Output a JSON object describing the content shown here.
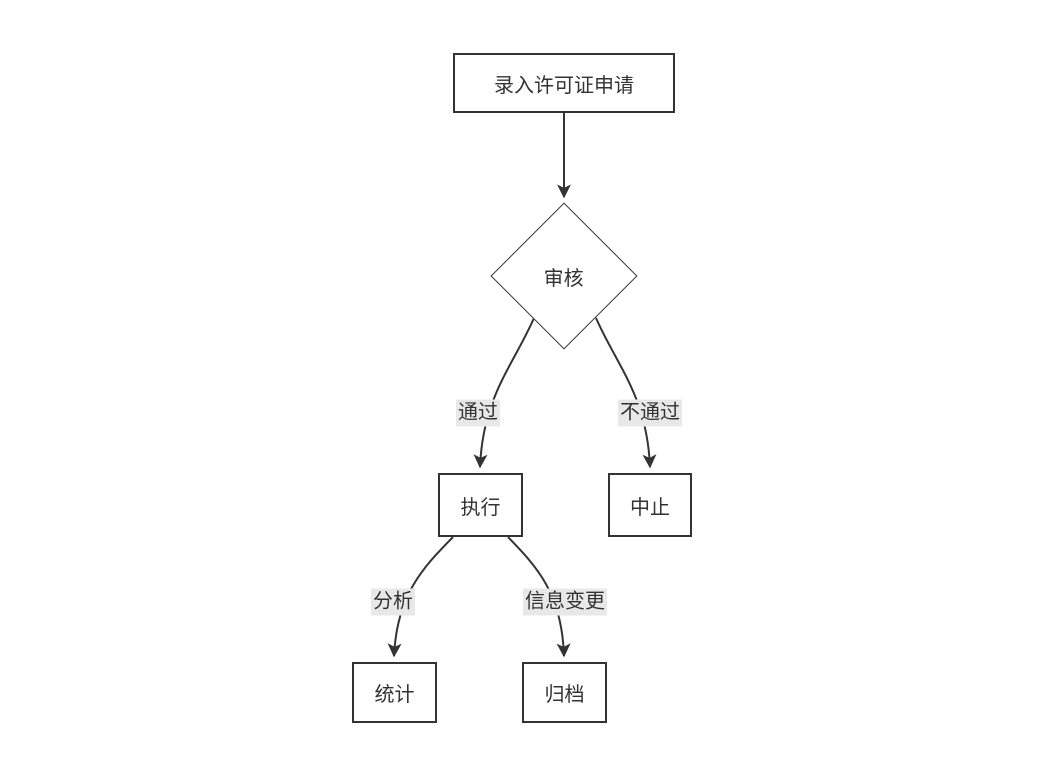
{
  "diagram": {
    "type": "flowchart",
    "direction": "top-down",
    "nodes": {
      "apply": {
        "label": "录入许可证申请",
        "shape": "rectangle"
      },
      "review": {
        "label": "审核",
        "shape": "diamond"
      },
      "execute": {
        "label": "执行",
        "shape": "rectangle"
      },
      "abort": {
        "label": "中止",
        "shape": "rectangle"
      },
      "stats": {
        "label": "统计",
        "shape": "rectangle"
      },
      "archive": {
        "label": "归档",
        "shape": "rectangle"
      }
    },
    "edges": [
      {
        "from": "录入许可证申请",
        "to": "审核",
        "label": ""
      },
      {
        "from": "审核",
        "to": "执行",
        "label": "通过"
      },
      {
        "from": "审核",
        "to": "中止",
        "label": "不通过"
      },
      {
        "from": "执行",
        "to": "统计",
        "label": "分析"
      },
      {
        "from": "执行",
        "to": "归档",
        "label": "信息变更"
      }
    ],
    "colors": {
      "background": "#ffffff",
      "line": "#333333",
      "node_border": "#333333",
      "node_fill": "#ffffff",
      "edge_label_background": "#e8e8e8",
      "text": "#333333"
    }
  }
}
